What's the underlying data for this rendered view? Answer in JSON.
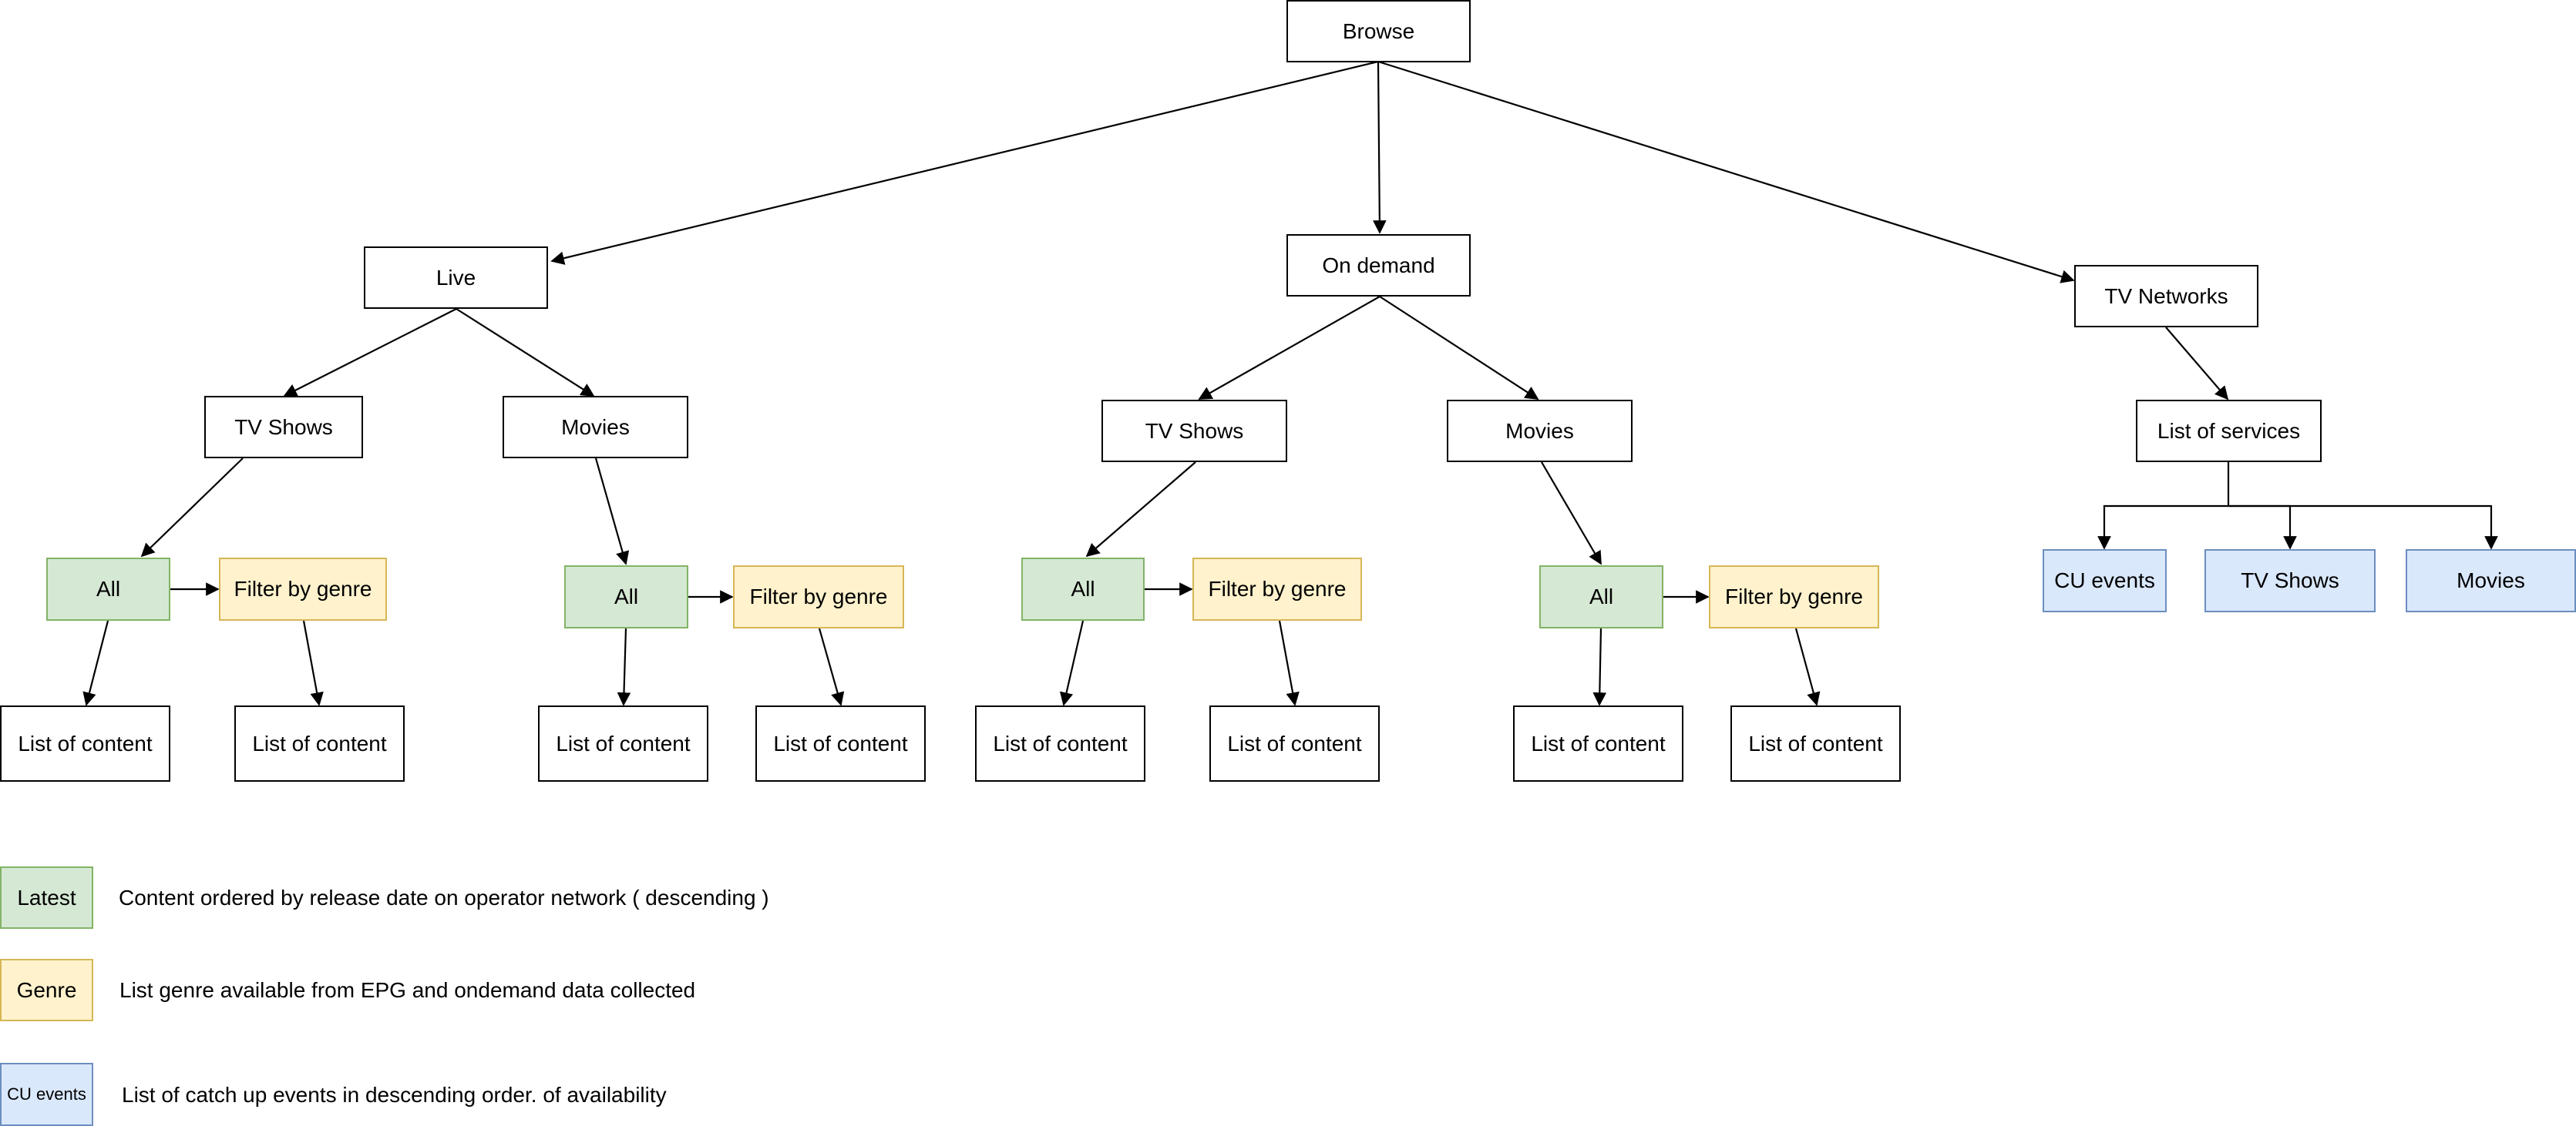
{
  "nodes": {
    "browse": "Browse",
    "live": "Live",
    "on_demand": "On demand",
    "tv_networks": "TV Networks",
    "live_tv_shows": "TV Shows",
    "live_movies": "Movies",
    "od_tv_shows": "TV Shows",
    "od_movies": "Movies",
    "list_of_services": "List of services",
    "all": "All",
    "filter_by_genre": "Filter by genre",
    "list_of_content": "List of content",
    "cu_events": "CU events",
    "svc_tv_shows": "TV Shows",
    "svc_movies": "Movies"
  },
  "legend": [
    {
      "label": "Latest",
      "description": "Content ordered by release date on operator network ( descending )",
      "color": "#d5e8d4"
    },
    {
      "label": "Genre",
      "description": "List genre available from EPG and ondemand data collected",
      "color": "#fff2cc"
    },
    {
      "label": "CU events",
      "description": "List of catch up events in descending order. of availability",
      "color": "#dae8fc"
    }
  ],
  "colors": {
    "latest_fill": "#d5e8d4",
    "latest_stroke": "#82b366",
    "genre_fill": "#fff2cc",
    "genre_stroke": "#d6b656",
    "cu_fill": "#dae8fc",
    "cu_stroke": "#6c8ebf"
  }
}
